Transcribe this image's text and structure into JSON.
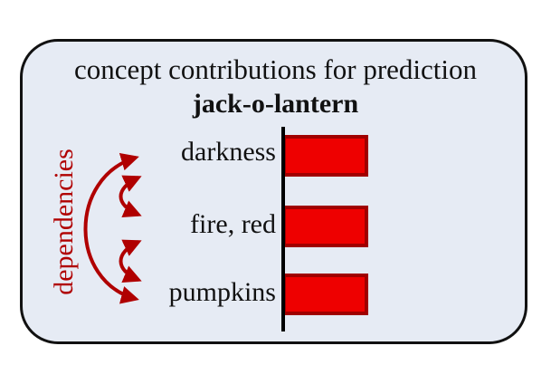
{
  "title": "concept contributions for prediction",
  "prediction": "jack-o-lantern",
  "side_label": "dependencies",
  "concepts": [
    {
      "label": "darkness",
      "contribution": 1.0
    },
    {
      "label": "fire, red",
      "contribution": 1.0
    },
    {
      "label": "pumpkins",
      "contribution": 1.0
    }
  ],
  "colors": {
    "panel_background": "#e6ebf4",
    "panel_border": "#111111",
    "bar_fill": "#ee0000",
    "bar_border": "#a00000",
    "arrow": "#b00000",
    "axis": "#000000"
  },
  "icons": {
    "dependency_arrows": "curved-double-headed-arrows"
  }
}
